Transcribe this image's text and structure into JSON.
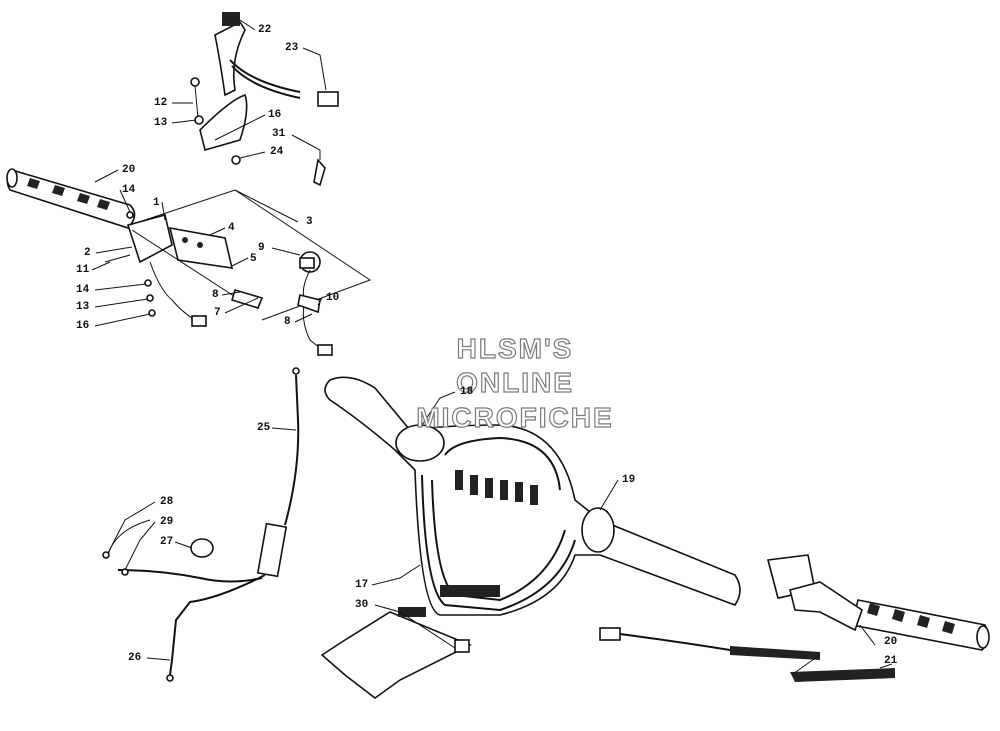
{
  "watermark": {
    "line1": "HLSM'S",
    "line2": "ONLINE",
    "line3": "MICROFICHE"
  },
  "callouts": {
    "c22": "22",
    "c23": "23",
    "c12": "12",
    "c13a": "13",
    "c16a": "16",
    "c31": "31",
    "c24": "24",
    "c20a": "20",
    "c14a": "14",
    "c1": "1",
    "c4": "4",
    "c3": "3",
    "c2": "2",
    "c11": "11",
    "c9": "9",
    "c5": "5",
    "c14b": "14",
    "c8a": "8",
    "c13b": "13",
    "c10": "10",
    "c16b": "16",
    "c7": "7",
    "c8b": "8",
    "c25": "25",
    "c28": "28",
    "c29": "29",
    "c27": "27",
    "c26": "26",
    "c18": "18",
    "c19": "19",
    "c17": "17",
    "c30": "30",
    "c20b": "20",
    "c21": "21"
  }
}
